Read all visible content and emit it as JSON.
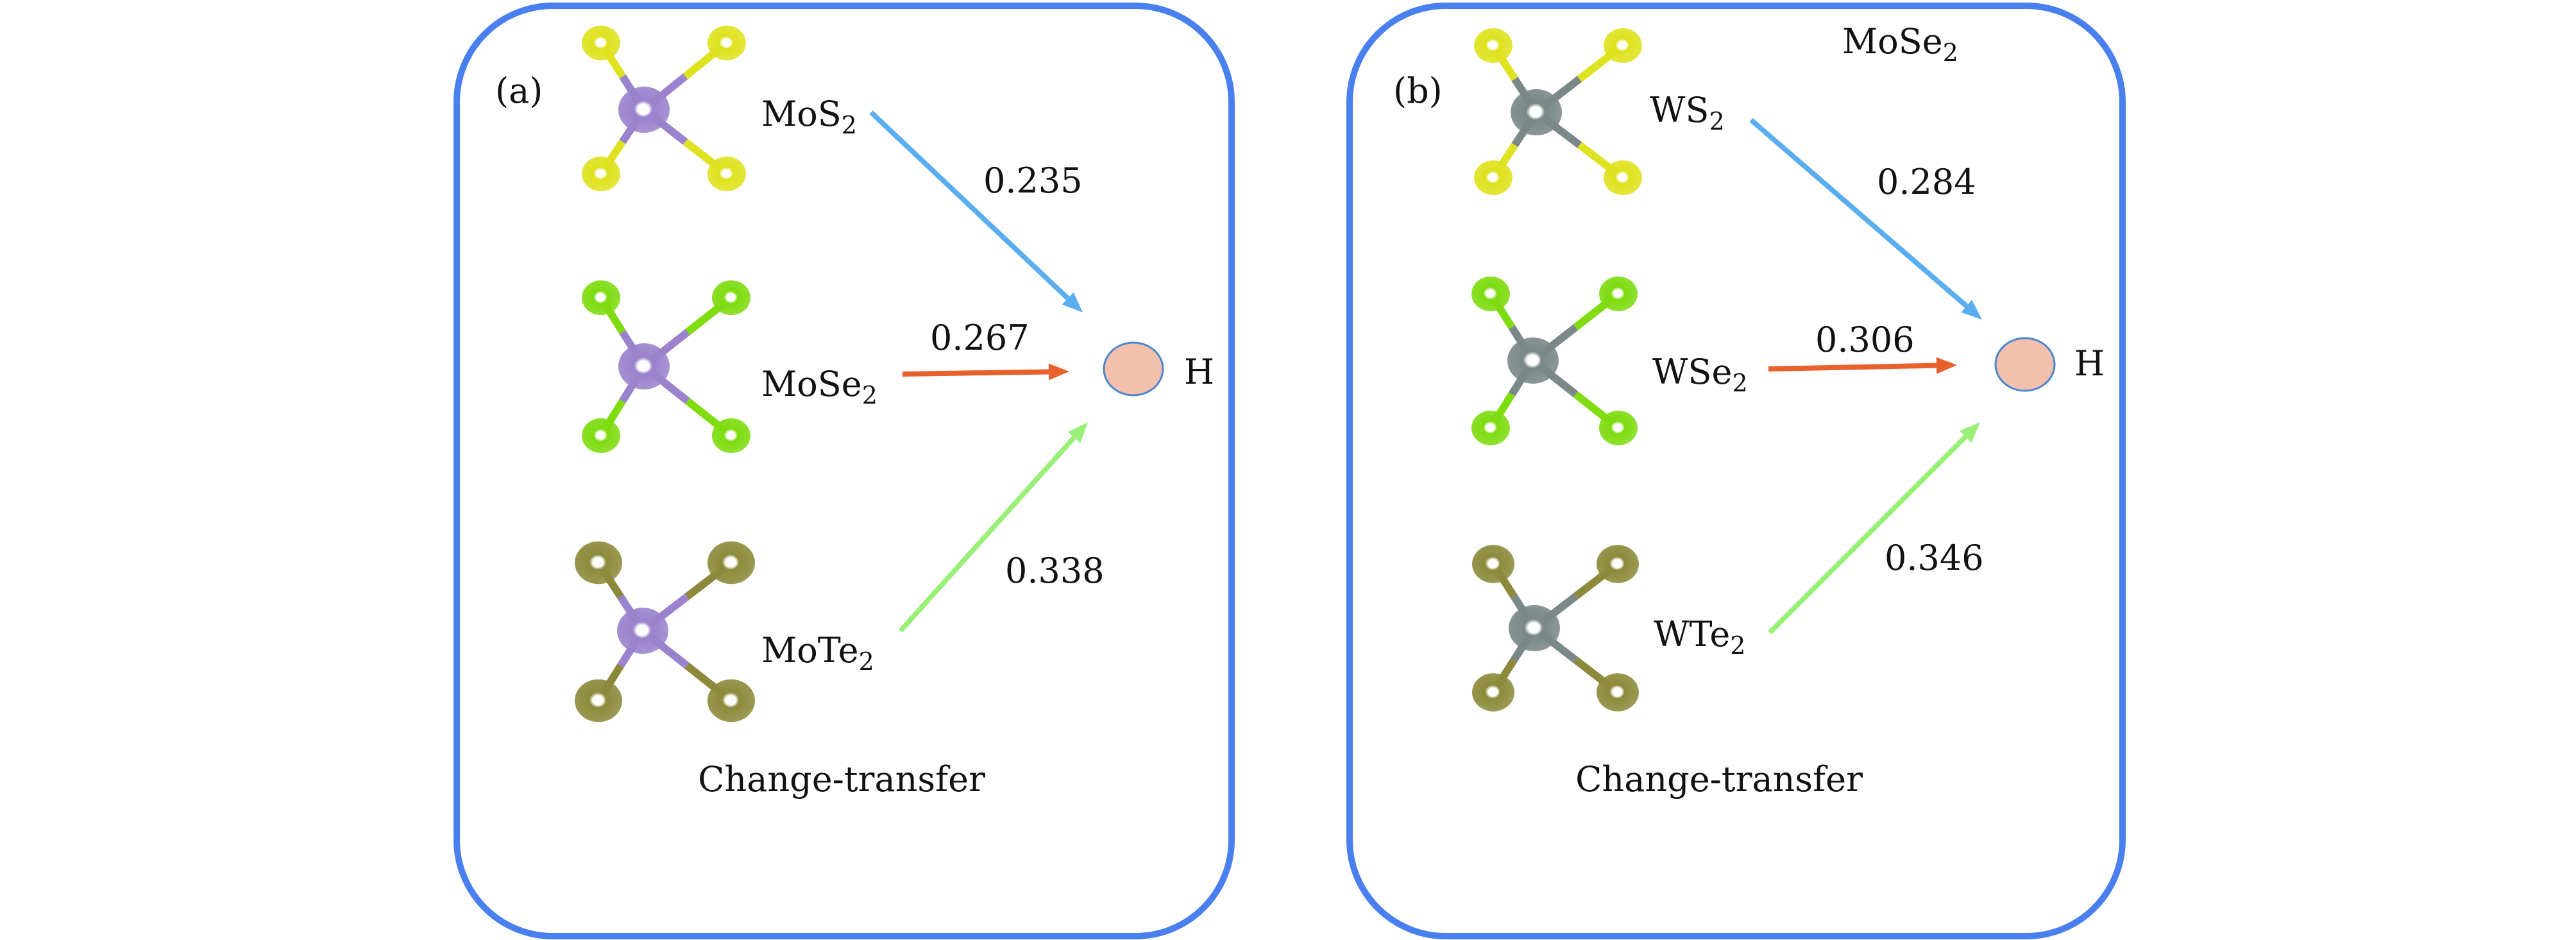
{
  "colors": {
    "frame": "#4a7ff0",
    "arrow_s": "#5aaef0",
    "arrow_se": "#e8602c",
    "arrow_te": "#9aef78",
    "h_fill": "#f2c0ad",
    "h_stroke": "#4a86d0",
    "mo": "#9a82cc",
    "w": "#7a8888",
    "s": "#dfe21e",
    "se": "#7edc10",
    "te": "#8c8a3a"
  },
  "panels": [
    {
      "tag": "(a)",
      "caption": "Change-transfer",
      "top_note": null,
      "metal": "mo",
      "target": "H",
      "rows": [
        {
          "base": "MoS",
          "sub": "2",
          "value": "0.235",
          "chalc": "s"
        },
        {
          "base": "MoSe",
          "sub": "2",
          "value": "0.267",
          "chalc": "se"
        },
        {
          "base": "MoTe",
          "sub": "2",
          "value": "0.338",
          "chalc": "te"
        }
      ]
    },
    {
      "tag": "(b)",
      "caption": "Change-transfer",
      "top_note": {
        "base": "MoSe",
        "sub": "2"
      },
      "metal": "w",
      "target": "H",
      "rows": [
        {
          "base": "WS",
          "sub": "2",
          "value": "0.284",
          "chalc": "s"
        },
        {
          "base": "WSe",
          "sub": "2",
          "value": "0.306",
          "chalc": "se"
        },
        {
          "base": "WTe",
          "sub": "2",
          "value": "0.346",
          "chalc": "te"
        }
      ]
    }
  ]
}
